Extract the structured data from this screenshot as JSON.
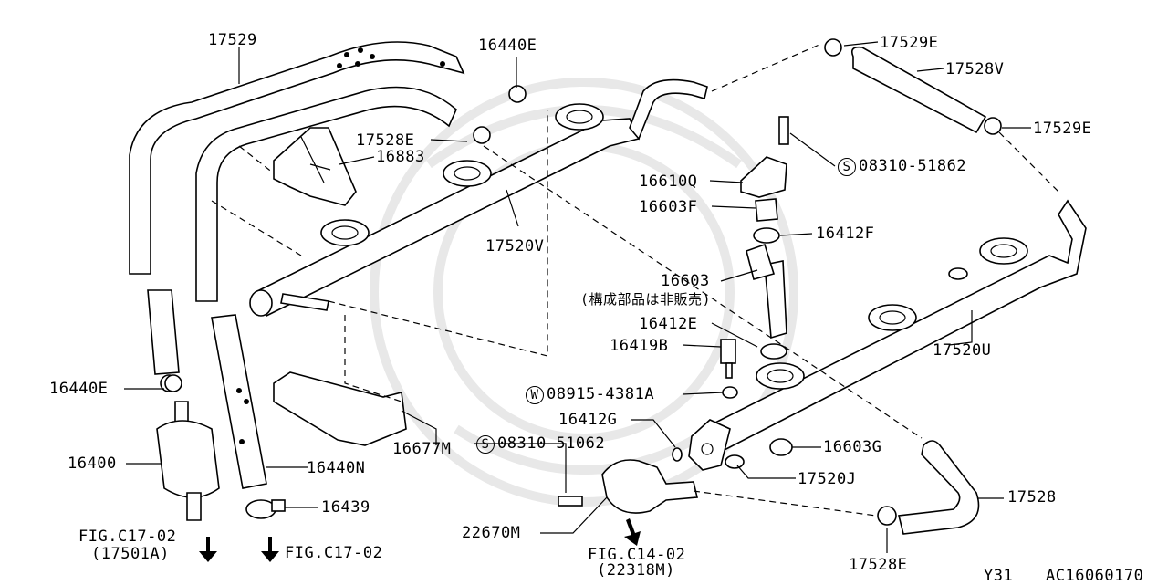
{
  "diagram": {
    "labels": {
      "l17529": "17529",
      "l16440E_top": "16440E",
      "l17529E_top": "17529E",
      "l17528V": "17528V",
      "l17529E_right": "17529E",
      "l17528E_top": "17528E",
      "l16883": "16883",
      "l08310_51862": "08310-51862",
      "l16610Q": "16610Q",
      "l16603F": "16603F",
      "l16412F": "16412F",
      "l17520V": "17520V",
      "l16603": "16603",
      "l16603_note": "(構成部品は非販売)",
      "l16412E": "16412E",
      "l17520U": "17520U",
      "l16419B": "16419B",
      "l16440E_left": "16440E",
      "l08915_4381A": "08915-4381A",
      "l16412G": "16412G",
      "l16677M": "16677M",
      "l08310_51062": "08310-51062",
      "l16603G": "16603G",
      "l16400": "16400",
      "l16440N": "16440N",
      "l17520J": "17520J",
      "l17528": "17528",
      "l16439": "16439",
      "l22670M": "22670M",
      "l_fig_c17_left": "FIG.C17-02",
      "l_fig_c17_left_sub": "(17501A)",
      "l_fig_c17_mid": "FIG.C17-02",
      "l_fig_c14": "FIG.C14-02",
      "l_fig_c14_sub": "(22318M)",
      "l17528E_bottom": "17528E",
      "l_y31": "Y31",
      "l_code": "AC16060170"
    },
    "symbols": {
      "S": "S",
      "W": "W"
    }
  }
}
